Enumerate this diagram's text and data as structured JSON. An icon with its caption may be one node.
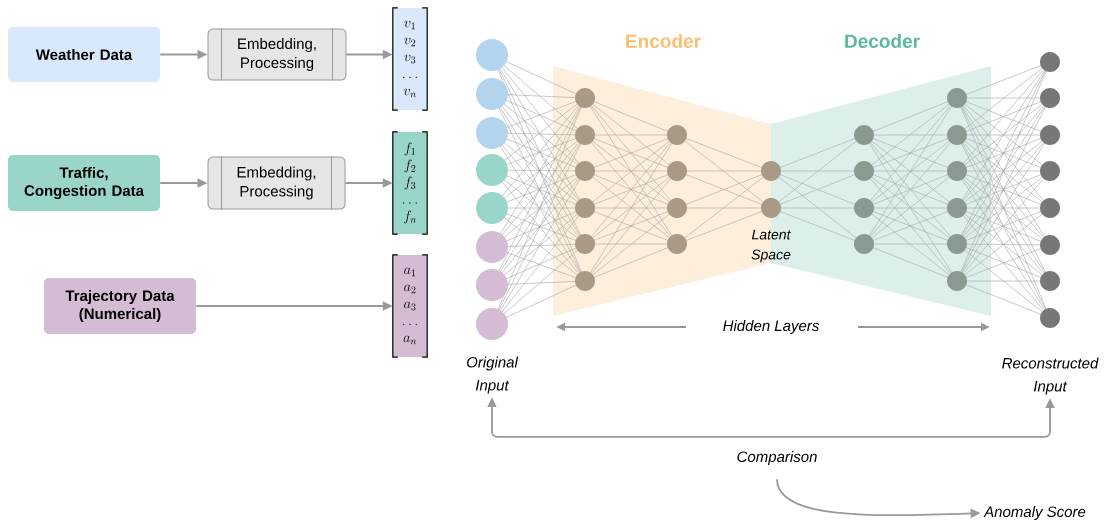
{
  "diagram": {
    "nodes": [
      {
        "text": [
          "Weather Data"
        ]
      },
      {
        "text": [
          "Embedding, Processing"
        ]
      },
      {
        "text": [
          "v_1",
          "v_2",
          "v_3",
          "\\dots",
          "v_n"
        ]
      },
      {
        "text": [
          "Traffic, Congestion Data"
        ]
      },
      {
        "text": [
          "Embedding, Processing"
        ]
      },
      {
        "text": [
          "f_1",
          "f_2",
          "f_3",
          "\\dots",
          "f_n"
        ]
      },
      {
        "text": [
          "Trajectory Data (Numerical)"
        ]
      },
      {
        "text": [
          "a_1",
          "a_2",
          "a_3",
          "\\dots",
          "a_n"
        ]
      },
      {
        "text": [
          "Encoder"
        ]
      },
      {
        "text": [
          "Decoder"
        ]
      },
      {
        "text": [
          "Original Input"
        ]
      },
      {
        "text": [
          "Reconstructed Input"
        ]
      },
      {
        "text": [
          "Comparison"
        ]
      },
      {
        "text": [
          "Anomaly Score"
        ]
      }
    ],
    "edges": [
      {
        "from": 0,
        "to": 1,
        "arrow": "to"
      },
      {
        "from": 1,
        "to": 2,
        "arrow": "to"
      },
      {
        "from": 3,
        "to": 4,
        "arrow": "to"
      },
      {
        "from": 4,
        "to": 5,
        "arrow": "to"
      },
      {
        "from": 6,
        "to": 7,
        "arrow": "to"
      },
      {
        "from": 12,
        "to": 10,
        "arrow": "to"
      },
      {
        "from": 12,
        "to": 11,
        "arrow": "to"
      },
      {
        "from": 12,
        "to": 13,
        "arrow": "to"
      }
    ],
    "labels": [
      "Latent Space",
      "Hidden Layers"
    ]
  }
}
